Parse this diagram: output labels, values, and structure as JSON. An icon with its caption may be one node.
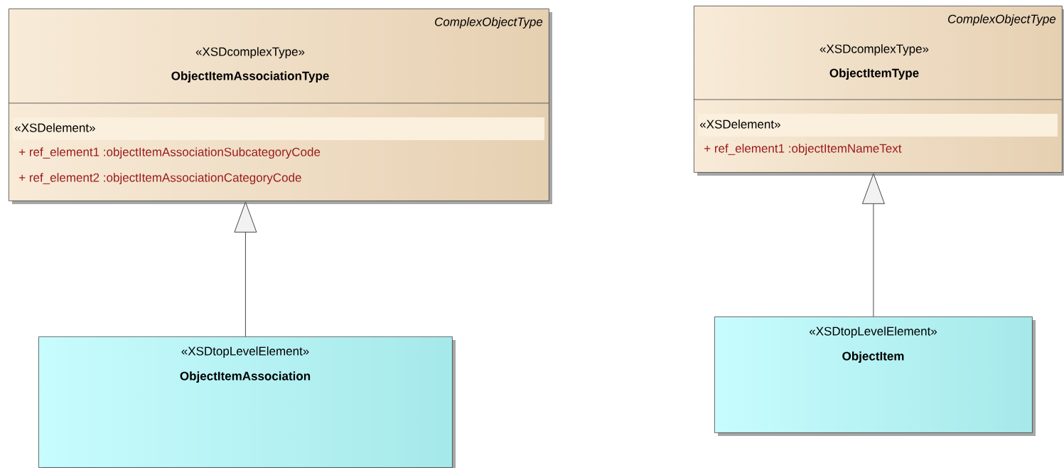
{
  "diagram": {
    "nodes": [
      {
        "text": [
          "ComplexObjectType",
          "«XSDcomplexType»",
          "ObjectItemAssociationType",
          "«XSDelement»",
          "+ ref_element1 :objectItemAssociationSubcategoryCode",
          "+ ref_element2 :objectItemAssociationCategoryCode"
        ]
      },
      {
        "text": [
          "ComplexObjectType",
          "«XSDcomplexType»",
          "ObjectItemType",
          "«XSDelement»",
          "+ ref_element1 :objectItemNameText"
        ]
      },
      {
        "text": [
          "«XSDtopLevelElement»",
          "ObjectItemAssociation"
        ]
      },
      {
        "text": [
          "«XSDtopLevelElement»",
          "ObjectItem"
        ]
      }
    ],
    "edges": [
      {
        "from": 2,
        "to": 0,
        "arrow": "to"
      },
      {
        "from": 3,
        "to": 1,
        "arrow": "to"
      }
    ]
  }
}
